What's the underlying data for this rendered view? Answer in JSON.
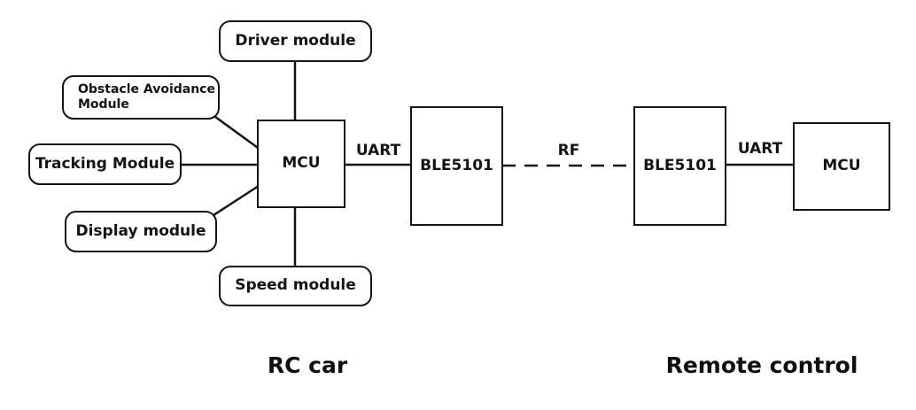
{
  "nodes": {
    "driver_module": "Driver module",
    "obstacle_avoidance_line1": "Obstacle Avoidance",
    "obstacle_avoidance_line2": "Module",
    "tracking_module": "Tracking Module",
    "display_module": "Display module",
    "speed_module": "Speed module",
    "mcu_car": "MCU",
    "ble_car": "BLE5101",
    "ble_remote": "BLE5101",
    "mcu_remote": "MCU"
  },
  "edge_labels": {
    "uart_car": "UART",
    "rf": "RF",
    "uart_remote": "UART"
  },
  "captions": {
    "rc_car": "RC car",
    "remote_control": "Remote control"
  },
  "colors": {
    "line": "#141414",
    "background": "#ffffff"
  }
}
